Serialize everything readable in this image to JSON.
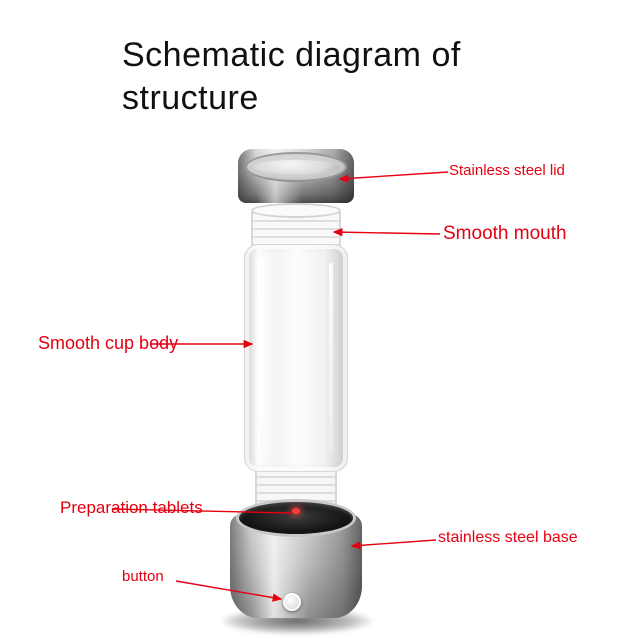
{
  "title": "Schematic diagram of structure",
  "labels": {
    "lid": "Stainless steel lid",
    "mouth": "Smooth mouth",
    "cup_body": "Smooth cup body",
    "tablets": "Preparation tablets",
    "base": "stainless steel base",
    "button": "button"
  },
  "colors": {
    "label_red": "#e60012",
    "title_color": "#111111"
  }
}
